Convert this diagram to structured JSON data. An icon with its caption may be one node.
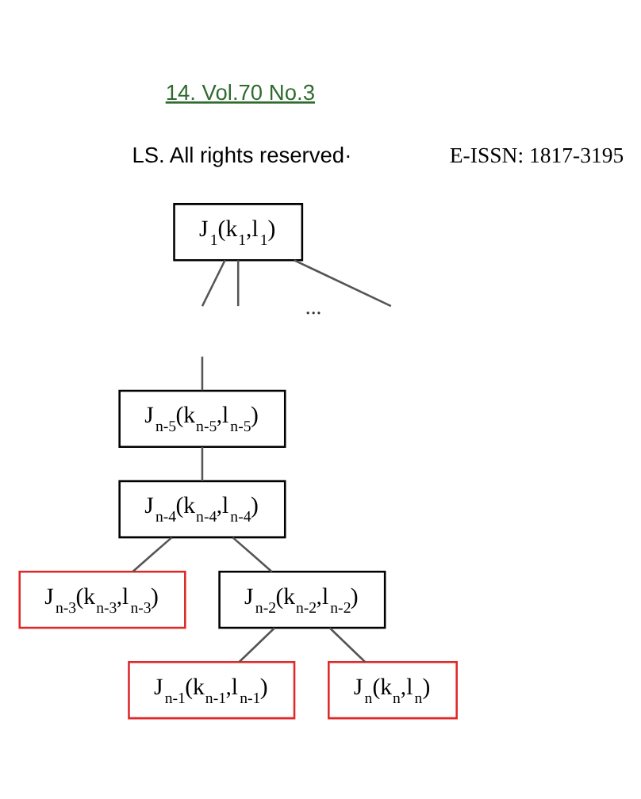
{
  "diagram": {
    "nodes": [
      {
        "text": [
          "J$_{1}$(k$_{1}$,l$_{1}$)"
        ]
      },
      {
        "text": [
          "J$_{n-5}$(k$_{n-5}$,l$_{n-5}$)"
        ]
      },
      {
        "text": [
          "J$_{n-4}$(k$_{n-4}$,l$_{n-4}$)"
        ]
      },
      {
        "text": [
          "J$_{n-3}$(k$_{n-3}$,l$_{n-3}$)"
        ]
      },
      {
        "text": [
          "J$_{n-2}$(k$_{n-2}$,l$_{n-2}$)"
        ]
      },
      {
        "text": [
          "J$_{n-1}$(k$_{n-1}$,l$_{n-1}$)"
        ]
      },
      {
        "text": [
          "J$_{n}$(k$_{n}$,l$_{n}$)"
        ]
      }
    ],
    "edges": [
      {
        "from": 0,
        "to": null,
        "arrow": "none"
      },
      {
        "from": 0,
        "to": null,
        "arrow": "none"
      },
      {
        "from": 0,
        "to": null,
        "arrow": "none"
      },
      {
        "from": null,
        "to": 1,
        "arrow": "none"
      },
      {
        "from": 1,
        "to": 2,
        "arrow": "none"
      },
      {
        "from": 2,
        "to": 3,
        "arrow": "none"
      },
      {
        "from": 2,
        "to": 4,
        "arrow": "none"
      },
      {
        "from": 4,
        "to": 5,
        "arrow": "none"
      },
      {
        "from": 4,
        "to": 6,
        "arrow": "none"
      }
    ],
    "labels": [
      "14. Vol.70 No.3",
      "LS. All rights reserved·",
      "E-ISSN: 1817-3195",
      "..."
    ]
  }
}
